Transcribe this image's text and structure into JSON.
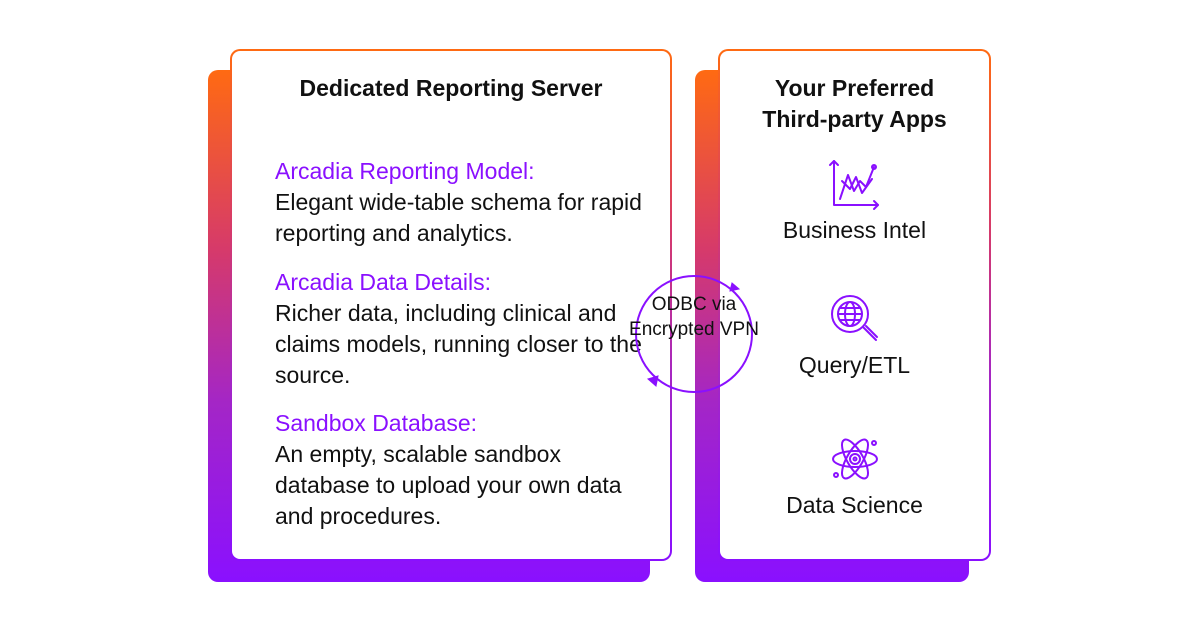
{
  "left_panel": {
    "title": "Dedicated Reporting Server",
    "sections": [
      {
        "heading": "Arcadia Reporting Model:",
        "body": "Elegant wide-table schema for rapid reporting and analytics."
      },
      {
        "heading": "Arcadia Data Details:",
        "body": "Richer data, including clinical and claims models, running closer to the source."
      },
      {
        "heading": "Sandbox Database:",
        "body": "An empty, scalable sandbox database to upload your own data and procedures."
      }
    ]
  },
  "connector": {
    "label": "ODBC via Encrypted VPN"
  },
  "right_panel": {
    "title": "Your Preferred Third-party Apps",
    "apps": [
      {
        "icon": "chart-icon",
        "label": "Business Intel"
      },
      {
        "icon": "globe-search-icon",
        "label": "Query/ETL"
      },
      {
        "icon": "atom-icon",
        "label": "Data Science"
      }
    ]
  },
  "colors": {
    "accent_purple": "#8a10ff",
    "accent_orange": "#ff6a12",
    "text": "#111111"
  }
}
